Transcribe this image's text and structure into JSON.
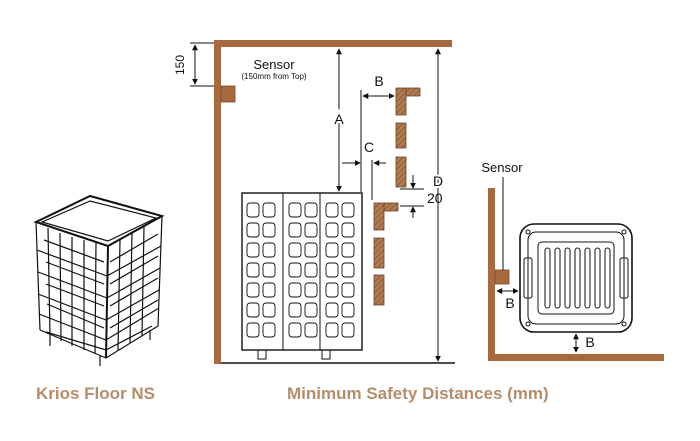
{
  "colors": {
    "wall": "#a8693f",
    "wood_hatch": "#b07a52",
    "line": "#111111",
    "caption": "#b58d6a"
  },
  "diagram": {
    "dimension_150": "150",
    "sensor_label": "Sensor",
    "sensor_note": "(150mm from Top)",
    "dim_a": "A",
    "dim_b": "B",
    "dim_c": "C",
    "dim_d": "D",
    "dim_20": "20",
    "top_view": {
      "sensor_label": "Sensor",
      "dim_b_side": "B",
      "dim_b_bottom": "B"
    }
  },
  "captions": {
    "product_name": "Krios Floor NS",
    "diagram_title": "Minimum Safety Distances (mm)"
  }
}
